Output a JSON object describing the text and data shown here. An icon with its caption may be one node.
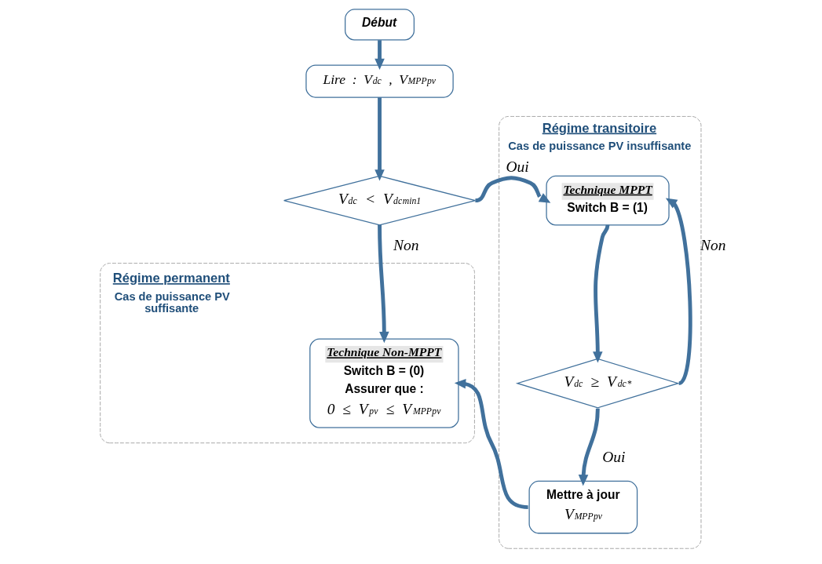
{
  "diagram": {
    "nodes": [
      {
        "text": [
          "Début"
        ]
      },
      {
        "text": [
          "Lire : V$_{dc}$ , V$_{MPP}$$_{pv}$"
        ]
      },
      {
        "text": [
          "V$_{dc}$ < V$_{dc}$$_{min1}$"
        ]
      },
      {
        "text": [
          "Régime transitoire",
          "Cas de puissance PV insuffisante"
        ]
      },
      {
        "text": [
          "Technique MPPT",
          "Switch B = (1)"
        ],
        "in": 3
      },
      {
        "text": [
          "V$_{dc}$ ≥ V$_{dc}$$^{*}$"
        ],
        "in": 3
      },
      {
        "text": [
          "Mettre à jour",
          "V$_{MPP}$$_{pv}$"
        ],
        "in": 3
      },
      {
        "text": [
          "Régime permanent",
          "Cas de puissance PV suffisante"
        ]
      },
      {
        "text": [
          "Technique Non-MPPT",
          "Switch B = (0)",
          "Assurer que :",
          "0 ≤ V$_{pv}$ ≤ V$_{MPP}$$_{pv}$"
        ],
        "in": 7
      }
    ],
    "edges": [
      {
        "from": 0,
        "to": 1,
        "arrow": "to"
      },
      {
        "from": 1,
        "to": 2,
        "arrow": "to"
      },
      {
        "from": 2,
        "to": 4,
        "arrow": "to",
        "label": "Oui"
      },
      {
        "from": 2,
        "to": 8,
        "arrow": "to",
        "label": "Non"
      },
      {
        "from": 4,
        "to": 5,
        "arrow": "to"
      },
      {
        "from": 5,
        "to": 4,
        "arrow": "to",
        "label": "Non"
      },
      {
        "from": 5,
        "to": 6,
        "arrow": "to",
        "label": "Oui"
      },
      {
        "from": 6,
        "to": 8,
        "arrow": "to"
      }
    ]
  }
}
